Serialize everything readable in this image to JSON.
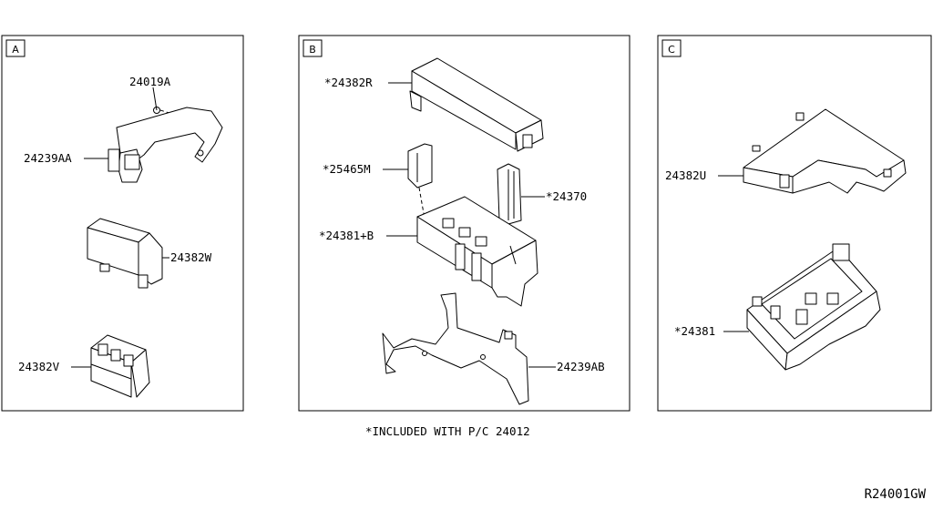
{
  "panels": [
    {
      "letter": "A",
      "parts": [
        "24019A",
        "24239AA",
        "24382W",
        "24382V"
      ]
    },
    {
      "letter": "B",
      "parts": [
        "*24382R",
        "*25465M",
        "*24370",
        "*24381+B",
        "24239AB"
      ]
    },
    {
      "letter": "C",
      "parts": [
        "24382U",
        "*24381"
      ]
    }
  ],
  "footnote": "*INCLUDED WITH P/C 24012",
  "reference_code": "R24001GW"
}
